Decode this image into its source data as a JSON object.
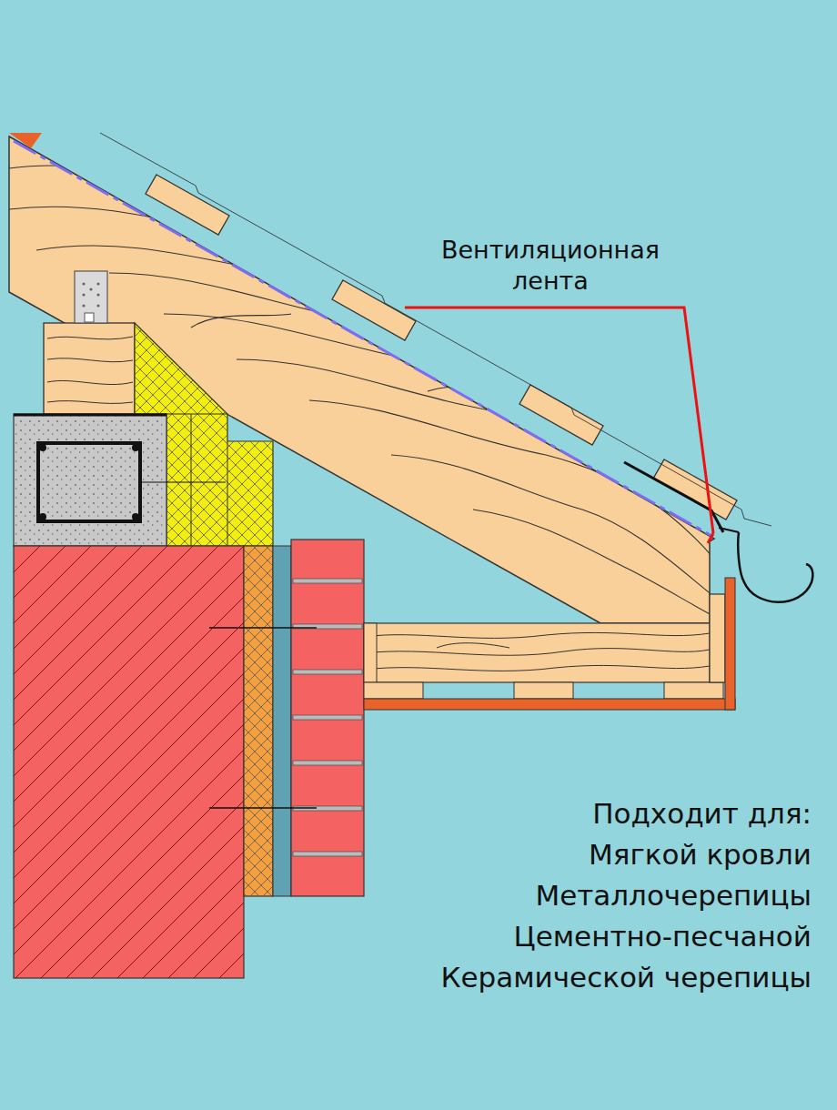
{
  "diagram": {
    "labels": [
      "Вентиляционная лента",
      "Подходит для:",
      "Мягкой кровли",
      "Металлочерепицы",
      "Цементно-песчаной",
      "Керамической черепицы"
    ]
  }
}
